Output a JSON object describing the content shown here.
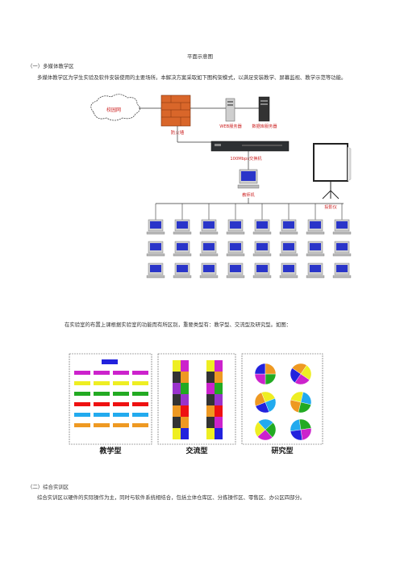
{
  "page_title": "平面示意图",
  "section1": {
    "heading": "（一）多媒体教学区",
    "para": "多媒体教学区为学生实验及软件安装使用的主要场所。本解决方案采取如下图构架模式，以满足安装教学、屏幕监视、教学示范等功能。"
  },
  "network_diagram": {
    "campus_net": "校园网",
    "firewall": "防火墙",
    "www_server": "WEB服务器",
    "db_server": "数据库服务器",
    "switch": "100Mbps交换机",
    "teacher_pc": "教师机",
    "projector": "投影仪",
    "rows": 3,
    "pcs_per_row": 8
  },
  "layout_para": "在实验室的布置上课根据实验室的功能而有所区别，重要类型有：教学型、交流型及研究型。如图：",
  "layout_types": {
    "teaching": "教学型",
    "exchange": "交流型",
    "research": "研究型",
    "colors": {
      "blue": "#2222dd",
      "magenta": "#cc22cc",
      "yellow": "#eeee22",
      "green": "#22aa22",
      "red": "#ee1111",
      "cyan": "#22aaee",
      "orange": "#ee9922",
      "purple": "#9933cc",
      "dark": "#333333"
    }
  },
  "section2": {
    "heading": "（二）综合实训区",
    "para": "综合实训区以硬件的实际操作为主，同时与软件系统相结合，包括立体仓库区、分拣操作区、零售区、办公区四部分。"
  }
}
